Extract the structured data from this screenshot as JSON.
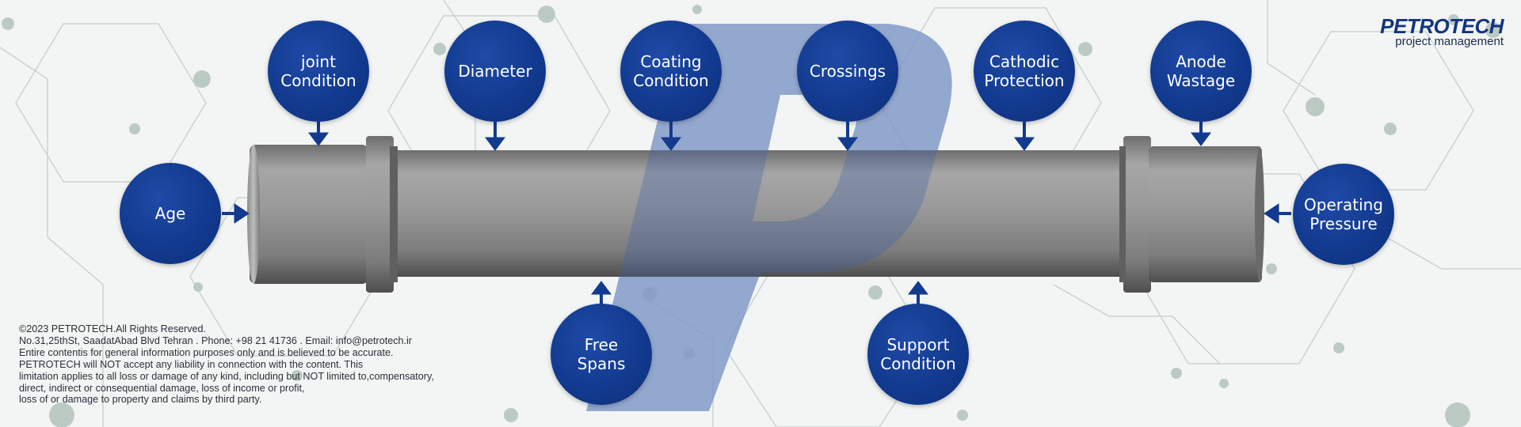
{
  "brand": {
    "name": "PETROTECH",
    "tagline": "project management",
    "accent_color": "#123a8f"
  },
  "factors": {
    "age": "Age",
    "joint_condition": "joint\nCondition",
    "diameter": "Diameter",
    "coating_condition": "Coating\nCondition",
    "crossings": "Crossings",
    "cathodic_protection": "Cathodic\nProtection",
    "anode_wastage": "Anode\nWastage",
    "operating_pressure": "Operating\nPressure",
    "free_spans": "Free\nSpans",
    "support_condition": "Support\nCondition"
  },
  "footer": {
    "line1": "©2023 PETROTECH.All Rights Reserved.",
    "line2": "No.31,25thSt, SaadatAbad Blvd Tehran . Phone: +98 21 41736 . Email: info@petrotech.ir",
    "line3": "Entire contentis for general information purposes only and is believed to be accurate.",
    "line4": "PETROTECH will NOT accept any liability in connection with the content. This",
    "line5": "limitation applies to all loss or damage of any kind, including but NOT limited to,compensatory,",
    "line6": "direct, indirect or consequential damage, loss of income or profit,",
    "line7": "loss of or damage to property and claims by third party."
  }
}
